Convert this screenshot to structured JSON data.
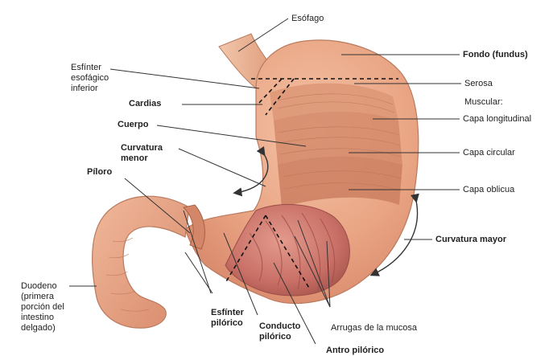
{
  "labels": {
    "esofago": "Esófago",
    "fondo": "Fondo (fundus)",
    "esfinter_esofagico": "Esfínter\nesofágico\ninferior",
    "serosa": "Serosa",
    "cardias": "Cardias",
    "muscular": "Muscular:",
    "capa_longitudinal": "Capa longitudinal",
    "cuerpo": "Cuerpo",
    "capa_circular": "Capa circular",
    "curvatura_menor": "Curvatura\nmenor",
    "capa_oblicua": "Capa oblicua",
    "piloro": "Píloro",
    "curvatura_mayor": "Curvatura mayor",
    "duodeno": "Duodeno\n(primera\nporción del\nintestino\ndelgado)",
    "esfinter_pilorico": "Esfínter\npilórico",
    "conducto_pilorico": "Conducto\npilórico",
    "arrugas": "Arrugas de la mucosa",
    "antro_pilorico": "Antro pilórico"
  },
  "colors": {
    "outer_wall": "#e9a584",
    "inner_wall": "#d98a6c",
    "mucosa": "#c86f66",
    "fold": "#b55b55",
    "duodenum": "#e8a083",
    "muscle_stripe": "#c97a5c",
    "leader": "#333333"
  }
}
